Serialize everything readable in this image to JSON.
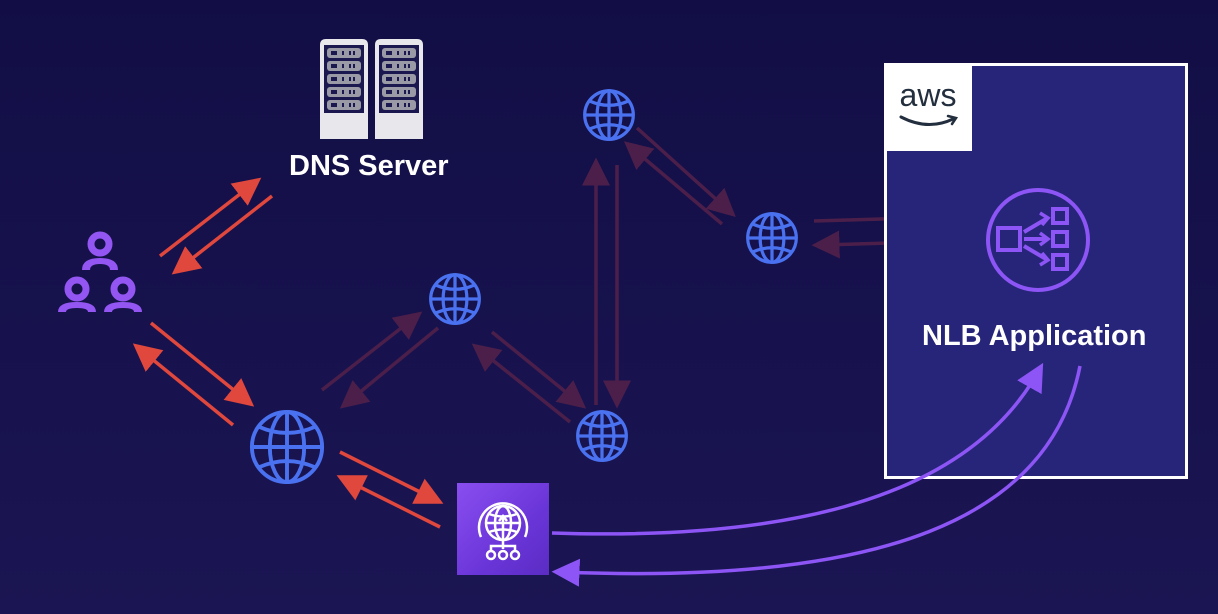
{
  "diagram": {
    "dns_server": {
      "label": "DNS Server",
      "icon": "server-rack-icon"
    },
    "users": {
      "icon": "users-group-icon"
    },
    "aws_region": {
      "logo_text": "aws",
      "service_label": "NLB Application",
      "service_icon": "load-balancer-icon"
    },
    "global_accelerator": {
      "icon": "global-accelerator-icon"
    },
    "internet_nodes": [
      "globe-icon",
      "globe-icon",
      "globe-icon",
      "globe-icon",
      "globe-icon",
      "globe-icon"
    ]
  },
  "colors": {
    "background": "#150f48",
    "globe": "#4a72f0",
    "user": "#9356f2",
    "active_arrow": "#e0473d",
    "faded_arrow": "#4c1f4a",
    "accelerator_arrow": "#8d55f5",
    "aws_panel": "#27257a",
    "white": "#ffffff"
  }
}
